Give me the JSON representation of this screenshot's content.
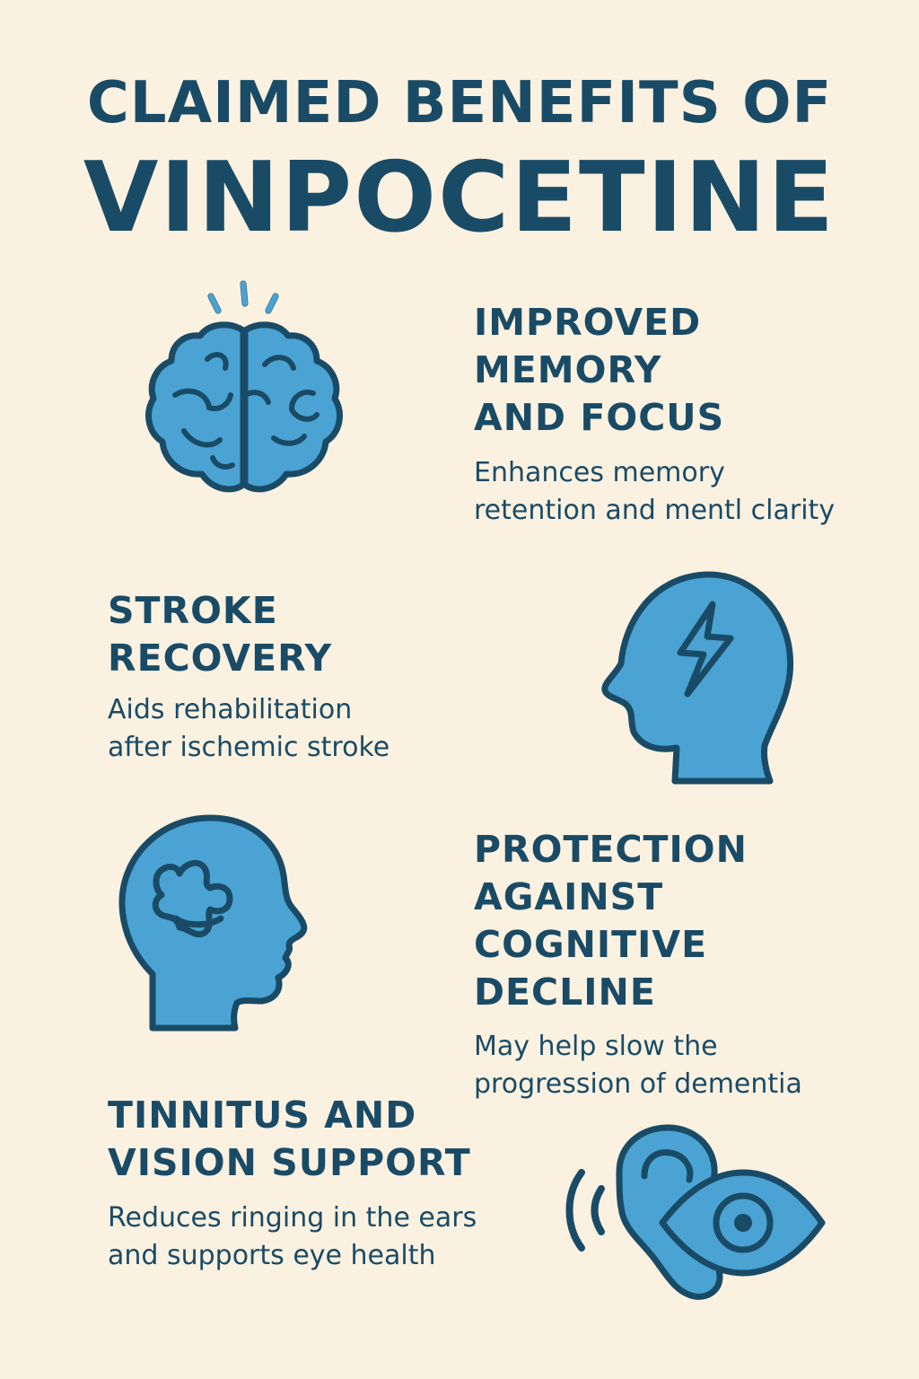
{
  "title": {
    "line1": "CLAIMED BENEFITS OF",
    "line2": "VINPOCETINE"
  },
  "benefits": [
    {
      "heading": [
        "IMPROVED",
        "MEMORY",
        "AND FOCUS"
      ],
      "description": [
        "Enhances memory",
        "retention and mentl clarity"
      ],
      "icon": "brain-icon"
    },
    {
      "heading": [
        "STROKE",
        "RECOVERY"
      ],
      "description": [
        "Aids rehabilitation",
        "after ischemic stroke"
      ],
      "icon": "head-lightning-icon"
    },
    {
      "heading": [
        "PROTECTION",
        "AGAINST",
        "COGNITIVE",
        "DECLINE"
      ],
      "description": [
        "May help slow the",
        "progression of dementia"
      ],
      "icon": "head-puzzle-icon"
    },
    {
      "heading": [
        "TINNITUS AND",
        "VISION SUPPORT"
      ],
      "description": [
        "Reduces ringing in the ears",
        "and supports eye health"
      ],
      "icon": "ear-eye-icon"
    }
  ],
  "colors": {
    "background": "#fbf1e0",
    "text": "#1a4b66",
    "icon_fill": "#4aa3d3",
    "icon_stroke": "#1a4b66"
  }
}
